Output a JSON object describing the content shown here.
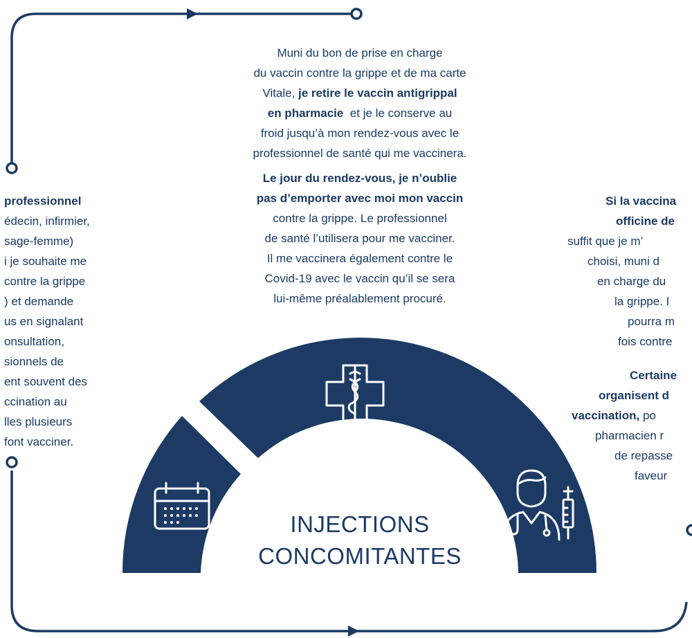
{
  "colors": {
    "navy": "#1c3a64",
    "white": "#ffffff"
  },
  "center": {
    "title_line1": "INJECTIONS",
    "title_line2": "CONCOMITANTES"
  },
  "icons": {
    "top": "medical-cross-caduceus-icon",
    "left": "calendar-icon",
    "right": "doctor-syringe-icon"
  },
  "top_block": {
    "p1_l1": "Muni du bon de prise en charge",
    "p1_l2": "du vaccin contre la grippe et de ma carte",
    "p1_l3_normal": "Vitale, ",
    "p1_l3_bold": "je retire le vaccin antigrippal",
    "p1_l4_bold": "en pharmacie",
    "p1_l4_normal": "  et je le conserve au",
    "p1_l5": "froid jusqu’à mon rendez-vous avec le",
    "p1_l6": "professionnel de santé qui me vaccinera.",
    "p2_l1_bold": "Le jour du rendez-vous, je n’oublie",
    "p2_l2_bold": "pas d’emporter avec moi mon vaccin",
    "p2_l3": "contre la grippe. Le professionnel",
    "p2_l4": "de santé l’utilisera pour me vacciner.",
    "p2_l5": "Il me vaccinera également contre le",
    "p2_l6": "Covid-19 avec le vaccin qu’il se sera",
    "p2_l7": "lui-même préalablement procuré."
  },
  "left_block": {
    "l1_bold": "professionnel",
    "l2": "édecin, infirmier,",
    "l3": "sage-femme)",
    "l4": "i je souhaite me",
    "l5": "contre la grippe",
    "l6": ") et demande",
    "l7": "us en signalant",
    "l8": "onsultation,",
    "l9": "sionnels de",
    "l10": "ent souvent des",
    "l11": "ccination au",
    "l12": "lles plusieurs",
    "l13": "font vacciner."
  },
  "right_block": {
    "l1_bold": "Si la vaccina",
    "l2_bold": "officine de",
    "l3": "suffit que je m’",
    "l4": "choisi, muni d",
    "l5": "en charge du",
    "l6": "la grippe. I",
    "l7": "pourra m",
    "l8": "fois contre",
    "l9_bold": "Certaine",
    "l10_bold": "organisent d",
    "l11_bold": "vaccination,",
    "l11_normal": " po",
    "l12": "pharmacien r",
    "l13": "de repasse",
    "l14": "faveur"
  }
}
